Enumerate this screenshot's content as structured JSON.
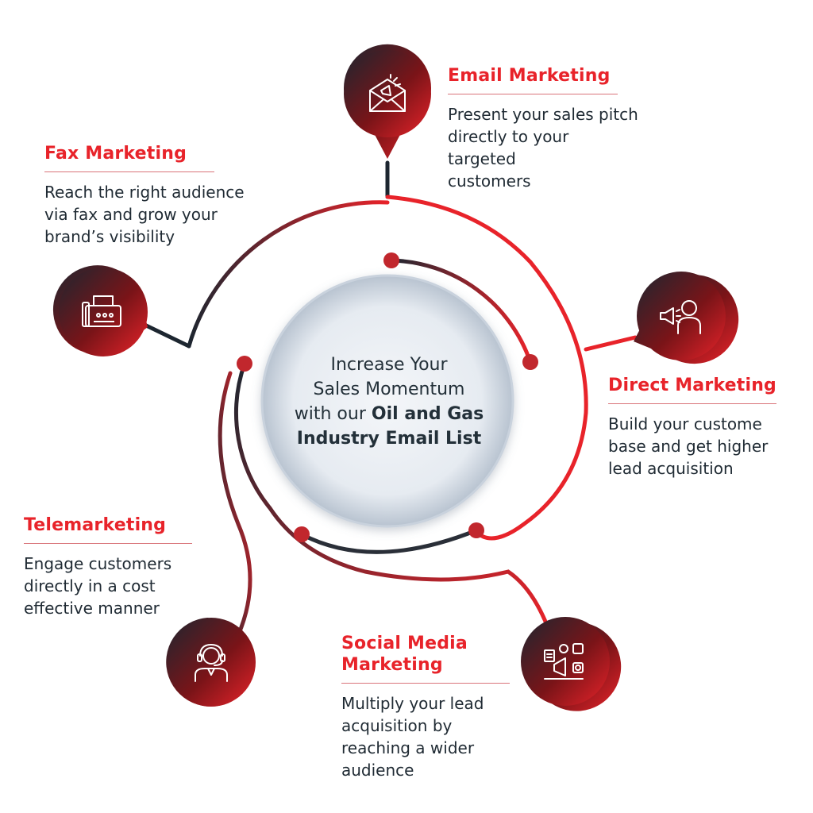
{
  "center": {
    "line1": "Increase Your",
    "line2": "Sales Momentum",
    "line3_plain": "with our ",
    "line3_bold": "Oil and Gas",
    "line4_bold": "Industry Email List"
  },
  "channels": {
    "email": {
      "title": "Email Marketing",
      "description": "Present your sales pitch\ndirectly to your targeted\ncustomers",
      "icon": "envelope-megaphone-icon"
    },
    "fax": {
      "title": "Fax Marketing",
      "description": "Reach the right audience\nvia fax and grow your\nbrand’s visibility",
      "icon": "fax-machine-icon"
    },
    "direct": {
      "title": "Direct Marketing",
      "description": "Build your custome\nbase and get higher\nlead acquisition",
      "icon": "person-megaphone-icon"
    },
    "tele": {
      "title": "Telemarketing",
      "description": "Engage customers\ndirectly in a cost\neffective manner",
      "icon": "headset-agent-icon"
    },
    "social": {
      "title": "Social Media\nMarketing",
      "description": "Multiply your lead\nacquisition by\nreaching a wider\naudience",
      "icon": "laptop-social-icon"
    }
  },
  "colors": {
    "accent_red": "#e8232a",
    "dark_navy": "#1f2a33",
    "center_fill": "#e6ebf1"
  }
}
